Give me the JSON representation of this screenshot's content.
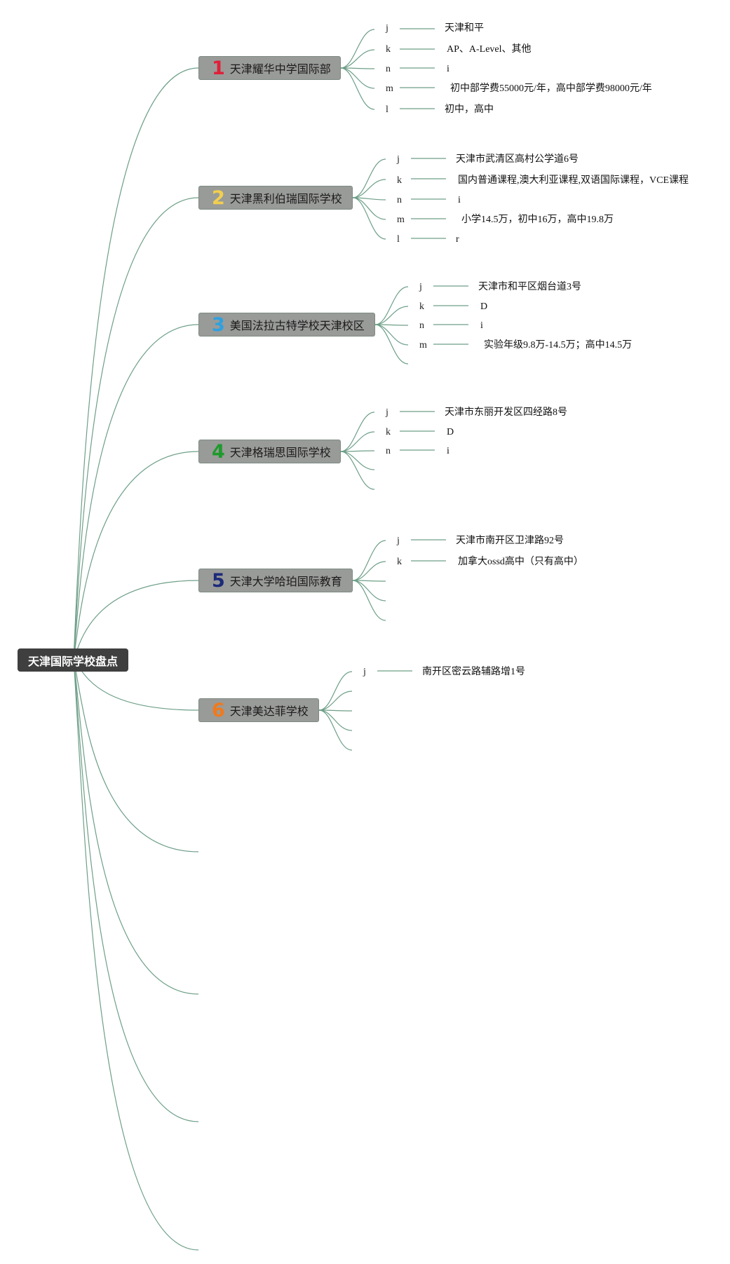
{
  "root": {
    "label": "天津国际学校盘点"
  },
  "colors": {
    "line": "#6e9f88",
    "root_bg": "#3f3f3f",
    "branch_bg": "#999b98"
  },
  "branches": [
    {
      "num": "1",
      "num_color": "#e0203a",
      "label": "天津耀华中学国际部",
      "items": [
        {
          "key": "j",
          "value": "天津和平"
        },
        {
          "key": "k",
          "value": "AP、A-Level、其他"
        },
        {
          "key": "n",
          "value": "i"
        },
        {
          "key": "m",
          "value": "初中部学费55000元/年，高中部学费98000元/年"
        },
        {
          "key": "l",
          "value": "初中，高中"
        }
      ]
    },
    {
      "num": "2",
      "num_color": "#f2cf4e",
      "label": "天津黑利伯瑞国际学校",
      "items": [
        {
          "key": "j",
          "value": "天津市武清区高村公学道6号"
        },
        {
          "key": "k",
          "value": "国内普通课程,澳大利亚课程,双语国际课程，VCE课程"
        },
        {
          "key": "n",
          "value": "i"
        },
        {
          "key": "m",
          "value": "小学14.5万，初中16万，高中19.8万"
        },
        {
          "key": "l",
          "value": "r"
        }
      ]
    },
    {
      "num": "3",
      "num_color": "#2ea1e0",
      "label": "美国法拉古特学校天津校区",
      "items": [
        {
          "key": "j",
          "value": "天津市和平区烟台道3号"
        },
        {
          "key": "k",
          "value": "D"
        },
        {
          "key": "n",
          "value": "i"
        },
        {
          "key": "m",
          "value": "实验年级9.8万-14.5万；高中14.5万"
        }
      ]
    },
    {
      "num": "4",
      "num_color": "#1e9a2c",
      "label": "天津格瑞思国际学校",
      "items": [
        {
          "key": "j",
          "value": "天津市东丽开发区四经路8号"
        },
        {
          "key": "k",
          "value": "D"
        },
        {
          "key": "n",
          "value": "i"
        }
      ]
    },
    {
      "num": "5",
      "num_color": "#1d2a7a",
      "label": "天津大学哈珀国际教育",
      "items": [
        {
          "key": "j",
          "value": "天津市南开区卫津路92号"
        },
        {
          "key": "k",
          "value": "加拿大ossd高中（只有高中）"
        }
      ]
    },
    {
      "num": "6",
      "num_color": "#f07a1c",
      "label": "天津美达菲学校",
      "items": [
        {
          "key": "j",
          "value": "南开区密云路辅路增1号"
        }
      ]
    }
  ]
}
